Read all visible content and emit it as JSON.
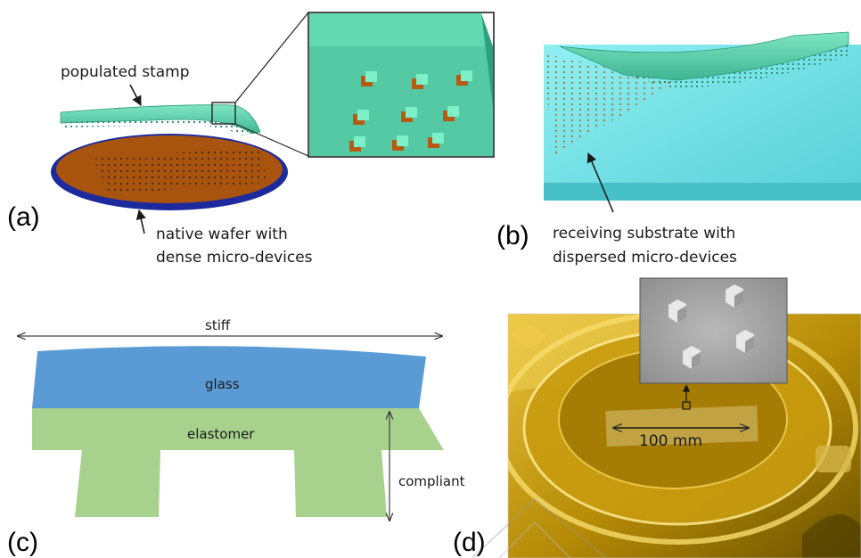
{
  "panels": {
    "a": {
      "letter": "(a)",
      "stamp_label": "populated stamp",
      "wafer_caption_line1": "native wafer with",
      "wafer_caption_line2": "dense micro-devices"
    },
    "b": {
      "letter": "(b)",
      "caption_line1": "receiving substrate with",
      "caption_line2": "dispersed micro-devices"
    },
    "c": {
      "letter": "(c)",
      "stiff_label": "stiff",
      "glass_label": "glass",
      "elastomer_label": "elastomer",
      "compliant_label": "compliant"
    },
    "d": {
      "letter": "(d)",
      "scale_label": "100 mm"
    }
  },
  "colors": {
    "stamp": "#5fd6ae",
    "wafer_fill": "#a8540f",
    "wafer_rim": "#1d2a9e",
    "substrate": "#6fe3e6",
    "glass": "#5b9bd5",
    "elastomer": "#a9d18e",
    "photo_tint": "#d9a800"
  }
}
